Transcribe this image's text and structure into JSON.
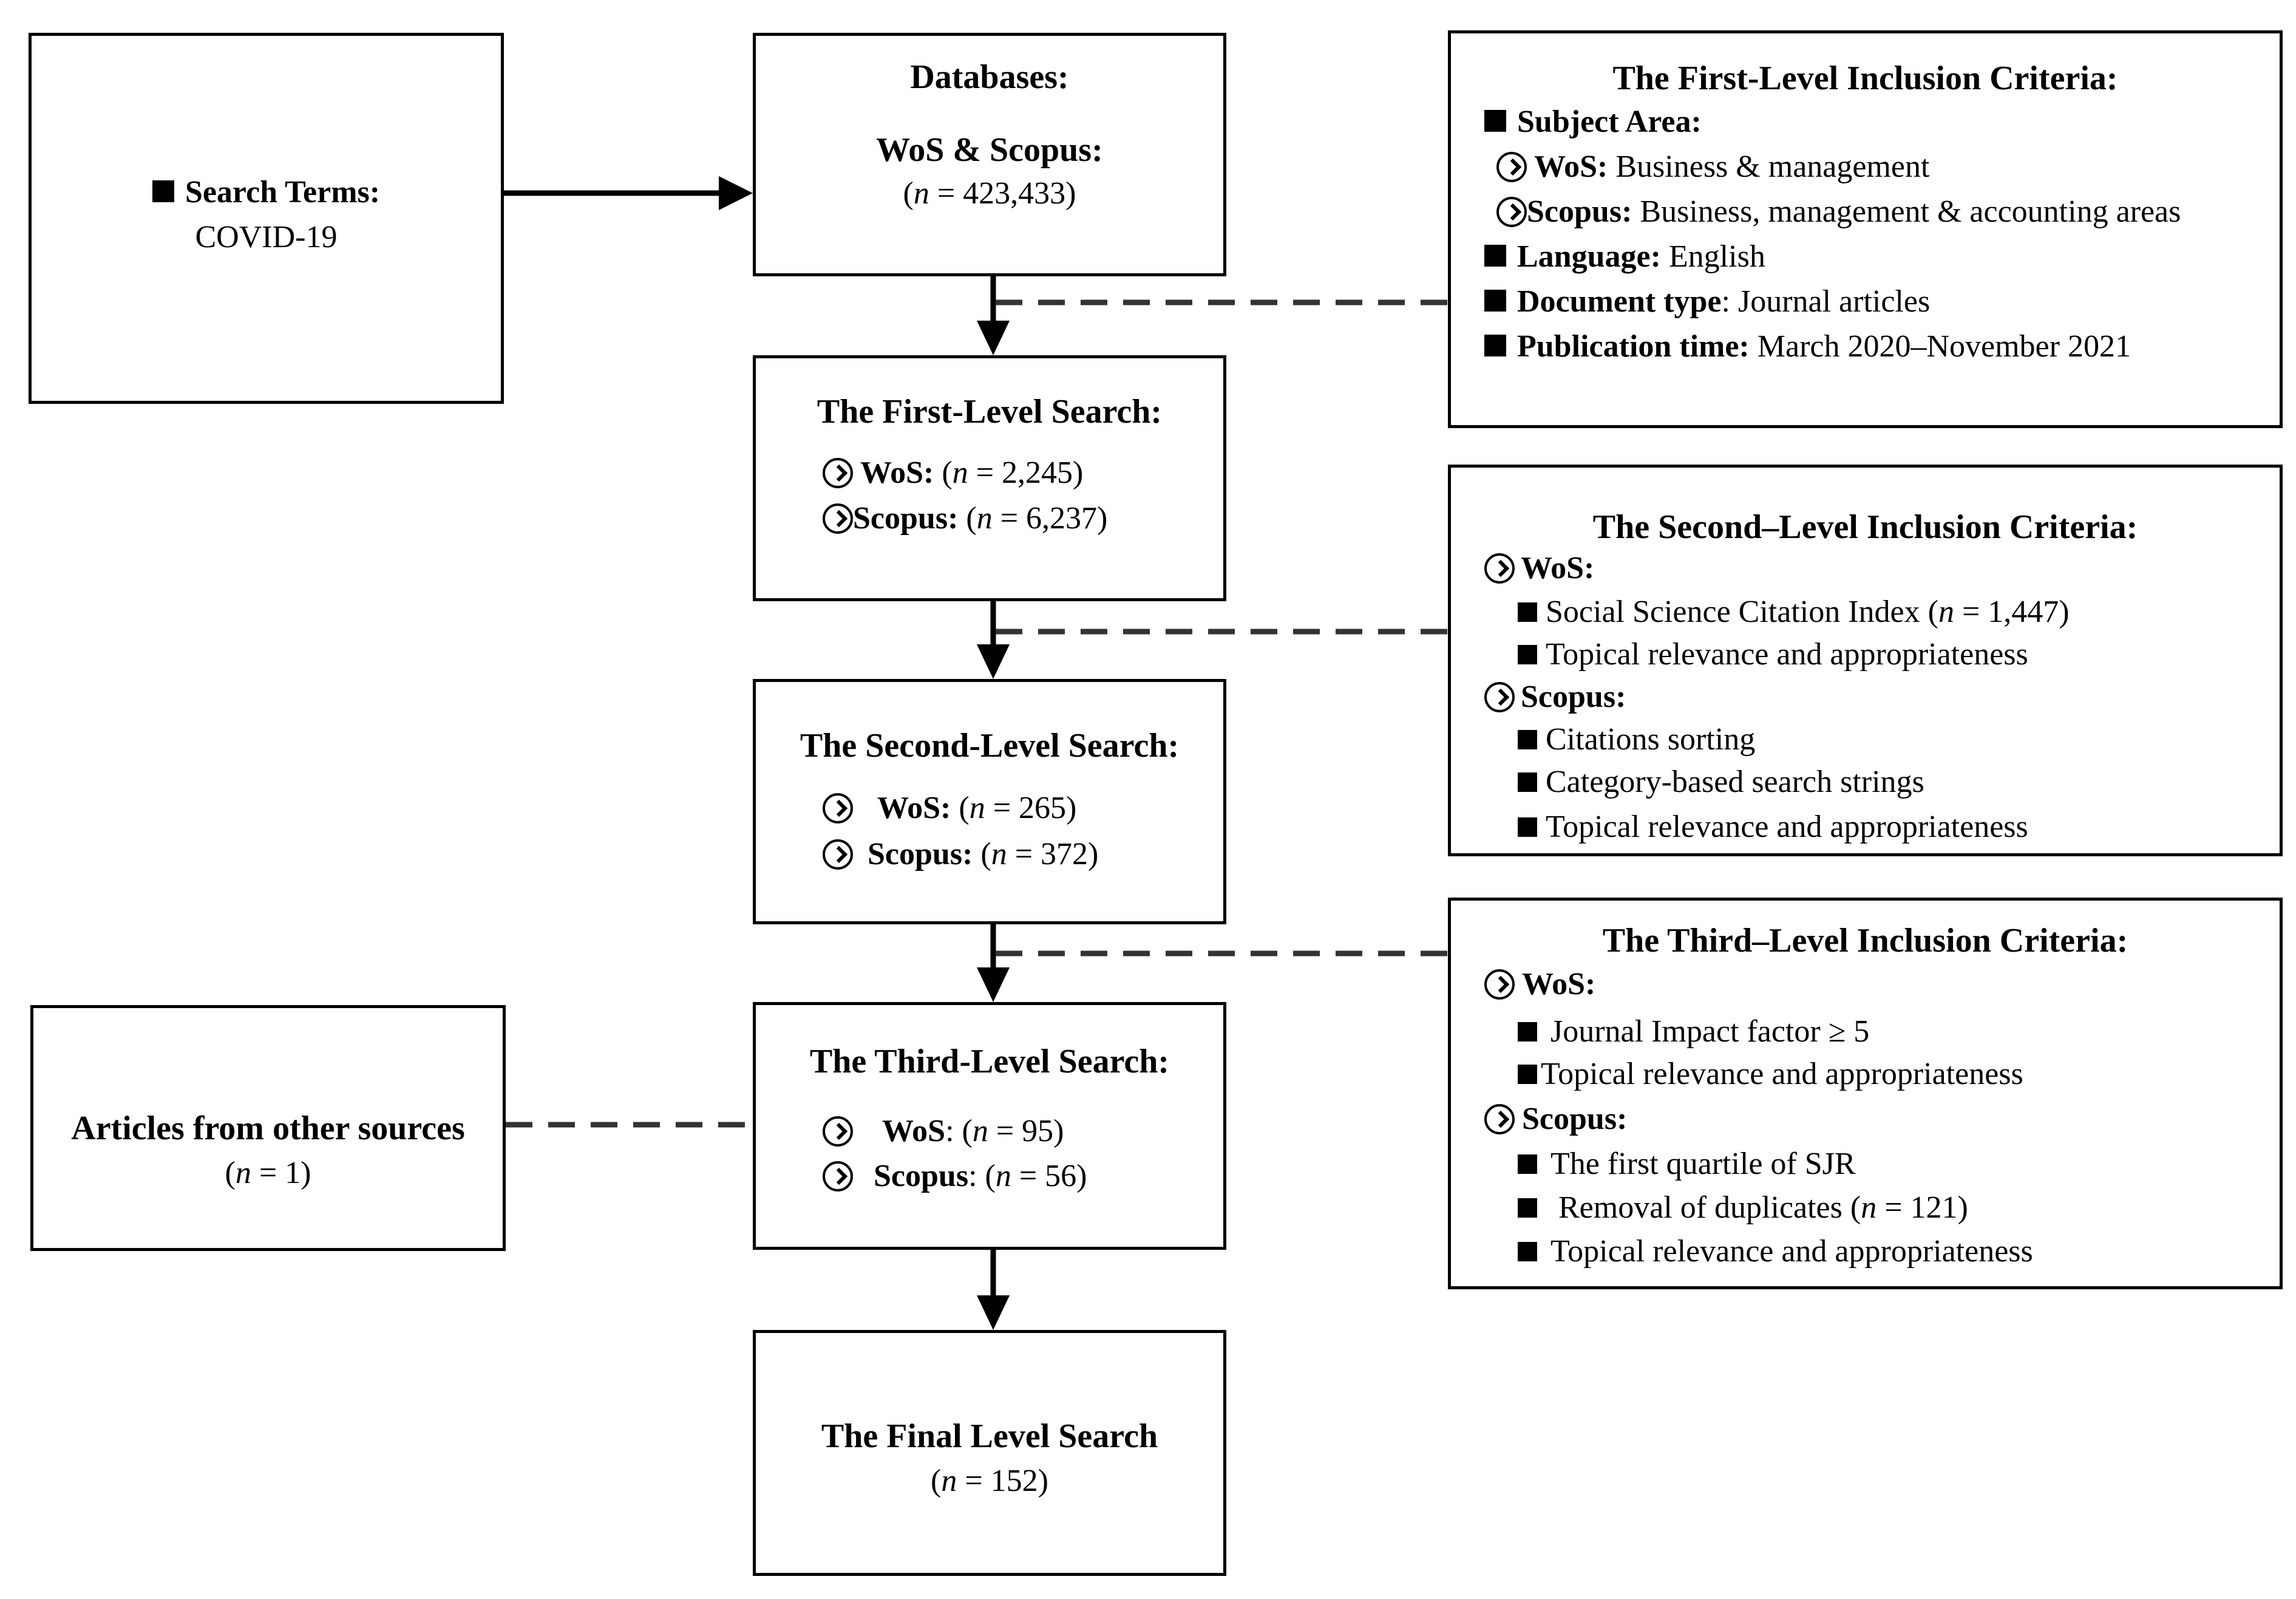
{
  "search_terms": {
    "label": "Search Terms:",
    "value": "COVID-19"
  },
  "databases": {
    "title": "Databases:",
    "name": "WoS & Scopus:",
    "n_prefix": "(",
    "n_var": "n",
    "n_rest": " = 423,433)"
  },
  "first_search": {
    "title": "The First-Level Search:",
    "wos": {
      "label": "WoS:",
      "n_prefix": " (",
      "n_var": "n",
      "n_rest": " = 2,245)"
    },
    "scopus": {
      "label": "Scopus:",
      "n_prefix": " (",
      "n_var": "n",
      "n_rest": " = 6,237)"
    }
  },
  "second_search": {
    "title": "The Second-Level Search:",
    "wos": {
      "label": "WoS:",
      "n_prefix": " (",
      "n_var": "n",
      "n_rest": " = 265)"
    },
    "scopus": {
      "label": "Scopus:",
      "n_prefix": " (",
      "n_var": "n",
      "n_rest": " = 372)"
    }
  },
  "third_search": {
    "title": "The Third-Level Search:",
    "wos": {
      "label": "WoS",
      "n_prefix": ": (",
      "n_var": "n",
      "n_rest": " = 95)"
    },
    "scopus": {
      "label": "Scopus",
      "n_prefix": ": (",
      "n_var": "n",
      "n_rest": " = 56)"
    }
  },
  "final_search": {
    "title": "The Final Level Search",
    "n_prefix": "(",
    "n_var": "n",
    "n_rest": " = 152)"
  },
  "other_sources": {
    "title": "Articles from other sources",
    "n_prefix": "(",
    "n_var": "n",
    "n_rest": " = 1)"
  },
  "criteria1": {
    "title": "The First-Level Inclusion Criteria:",
    "subject_area": "Subject Area:",
    "wos_label": "WoS:",
    "wos_value": " Business & management",
    "scopus_label": "Scopus:",
    "scopus_value": " Business, management & accounting areas",
    "language_label": "Language:",
    "language_value": " English",
    "doctype_label": "Document type",
    "doctype_value": ": Journal articles",
    "pubtime_label": "Publication time:",
    "pubtime_value": " March 2020–November 2021"
  },
  "criteria2": {
    "title": "The Second–Level Inclusion Criteria:",
    "wos_label": "WoS:",
    "wos_item1_prefix": "Social Science Citation Index (",
    "wos_item1_var": "n",
    "wos_item1_rest": " = 1,447)",
    "wos_item2": "Topical relevance and appropriateness",
    "scopus_label": "Scopus:",
    "scopus_items": [
      "Citations sorting",
      "Category-based search strings",
      "Topical relevance  and appropriateness"
    ]
  },
  "criteria3": {
    "title": "The Third–Level Inclusion Criteria:",
    "wos_label": "WoS:",
    "wos_items": [
      "Journal Impact factor ≥ 5",
      "Topical relevance and appropriateness"
    ],
    "scopus_label": "Scopus:",
    "scopus_item1": "The first quartile of SJR",
    "scopus_item2_prefix": " Removal of duplicates (",
    "scopus_item2_var": "n",
    "scopus_item2_rest": " = 121)",
    "scopus_item3": "Topical relevance  and appropriateness"
  }
}
